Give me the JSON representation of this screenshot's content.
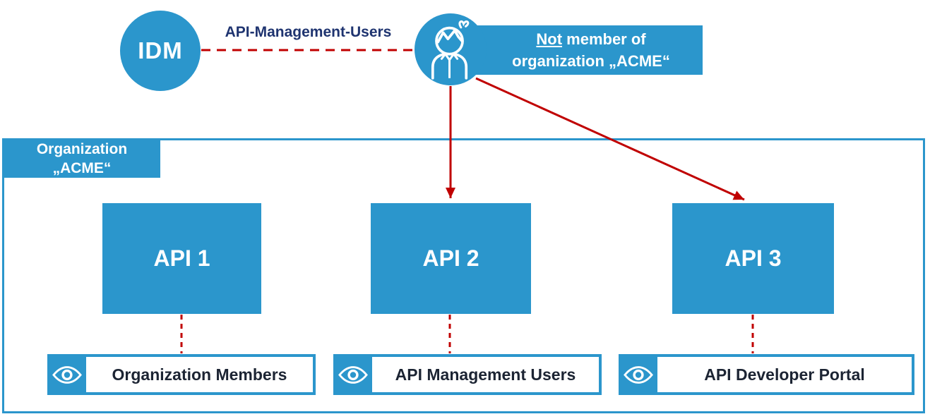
{
  "colors": {
    "accent_blue": "#2B96CC",
    "connector_red": "#C00000",
    "link_text_navy": "#1F3470",
    "view_text_dark": "#1C2433",
    "white": "#FFFFFF"
  },
  "idm": {
    "label": "IDM"
  },
  "idm_link": {
    "label": "API-Management-Users"
  },
  "user": {
    "icon": "person-icon",
    "note_underlined": "Not",
    "note_after_underlined": " member of",
    "note_line2": "organization „ACME“"
  },
  "organization": {
    "label_line1": "Organization",
    "label_line2": "„ACME“"
  },
  "apis": [
    {
      "label": "API 1"
    },
    {
      "label": "API 2"
    },
    {
      "label": "API 3"
    }
  ],
  "views": [
    {
      "icon": "eye-icon",
      "label": "Organization Members"
    },
    {
      "icon": "eye-icon",
      "label": "API Management Users"
    },
    {
      "icon": "eye-icon",
      "label": "API Developer Portal"
    }
  ]
}
